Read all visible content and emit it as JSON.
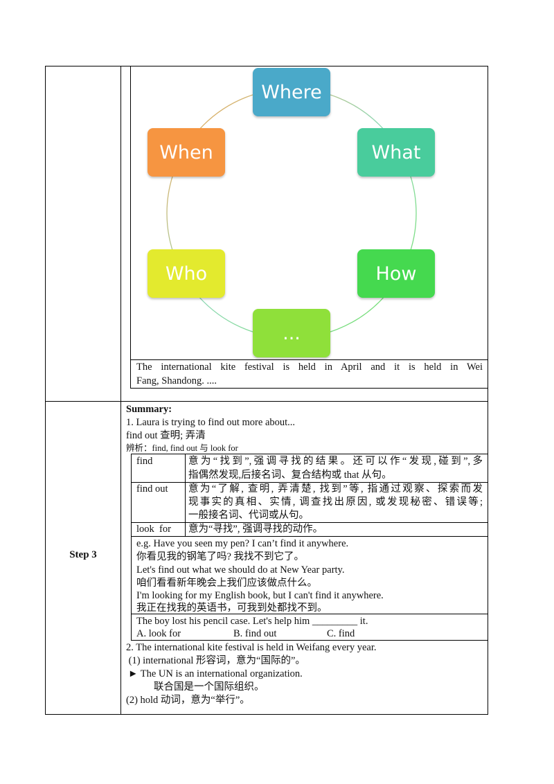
{
  "diagram": {
    "nodes": [
      {
        "label": "Where",
        "color": "#4aa9c9"
      },
      {
        "label": "What",
        "color": "#49cc9c"
      },
      {
        "label": "How",
        "color": "#45d94f"
      },
      {
        "label": "...",
        "color": "#8fe03a"
      },
      {
        "label": "Who",
        "color": "#e3ea2e"
      },
      {
        "label": "When",
        "color": "#f69541"
      }
    ],
    "caption_line1": "The international kite festival is held in April and it is held in Wei",
    "caption_line2": "Fang, Shandong. ...."
  },
  "step_label": "Step 3",
  "summary": {
    "heading": "Summary:",
    "line1": "1.  Laura is trying to find out more about...",
    "line2": "find out 查明; 弄清",
    "line3": "辨析：find, find out 与 look for"
  },
  "table": [
    {
      "term": "find",
      "lines": [
        "意为“找到”,强调寻找的结果。还可以作“发现,碰到”,多",
        "指偶然发现,后接名词、复合结构或 that 从句。"
      ]
    },
    {
      "term": "find out",
      "lines": [
        "意为“了解, 查明, 弄清楚, 找到”等, 指通过观察、探索而发",
        "现事实的真相、实情, 调查找出原因, 或发现秘密、错误等;",
        "一般接名词、代词或从句。"
      ]
    },
    {
      "term": "look  for",
      "lines": [
        "意为“寻找”, 强调寻找的动作。"
      ]
    }
  ],
  "examples": [
    "e.g. Have you seen my pen? I can’t find it anywhere.",
    "你看见我的钢笔了吗? 我找不到它了。",
    "Let's find out what we should do at New Year party.",
    "咱们看看新年晚会上我们应该做点什么。",
    "I'm looking for my English book, but I can't find it anywhere.",
    "我正在找我的英语书，可我到处都找不到。"
  ],
  "exercise": {
    "question": "The boy lost his pencil case. Let's help him _________ it.",
    "opt_a": "A. look for",
    "opt_b": "B. find out",
    "opt_c": "C. find"
  },
  "point2": [
    "2. The international kite festival is held in Weifang every year.",
    " (1) international 形容词，意为“国际的”。",
    "► The UN is an international organization.",
    "联合国是一个国际组织。",
    "(2) hold 动词，意为“举行”。"
  ]
}
